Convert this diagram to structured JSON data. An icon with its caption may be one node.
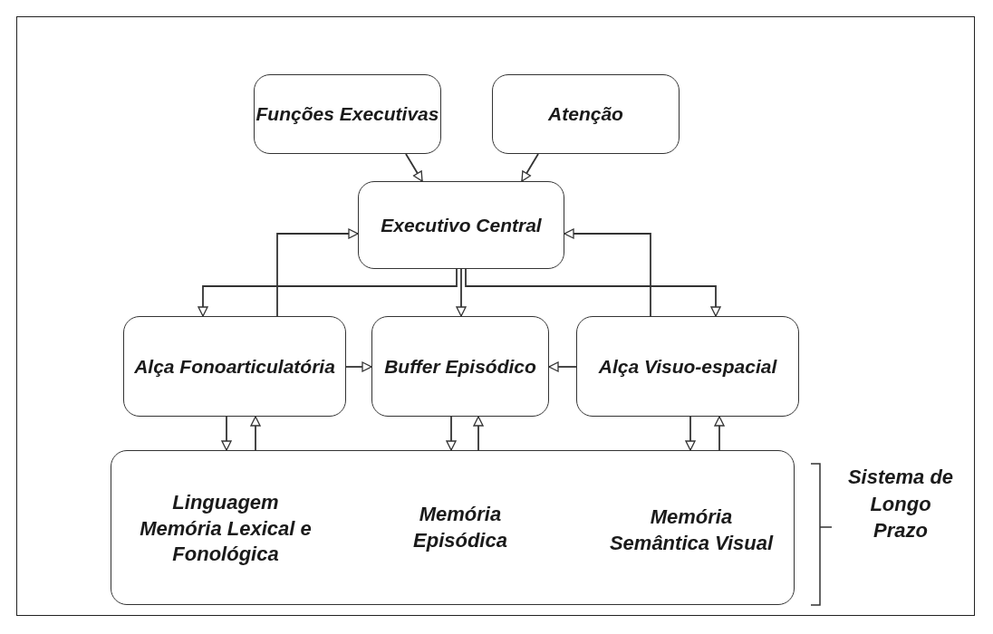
{
  "diagram": {
    "nodes": [
      {
        "text": [
          "Funções Executivas"
        ]
      },
      {
        "text": [
          "Atenção"
        ]
      },
      {
        "text": [
          "Executivo Central"
        ]
      },
      {
        "text": [
          "Alça Fonoarticulatória"
        ]
      },
      {
        "text": [
          "Buffer Episódico"
        ]
      },
      {
        "text": [
          "Alça Visuo-espacial"
        ]
      },
      {
        "text": [],
        "shape": "box",
        "beside": [
          "Sistema de Longo Prazo"
        ]
      },
      {
        "text": [
          "Linguagem Memória Lexical e Fonológica"
        ],
        "in": 6
      },
      {
        "text": [
          "Memória Episódica"
        ],
        "in": 6
      },
      {
        "text": [
          "Memória Semântica Visual"
        ],
        "in": 6
      }
    ],
    "edges": [
      {
        "from": 0,
        "to": 2,
        "arrow": "to"
      },
      {
        "from": 1,
        "to": 2,
        "arrow": "to"
      },
      {
        "from": 2,
        "to": 3,
        "arrow": "to"
      },
      {
        "from": 2,
        "to": 4,
        "arrow": "to"
      },
      {
        "from": 2,
        "to": 5,
        "arrow": "to"
      },
      {
        "from": 3,
        "to": 2,
        "arrow": "to"
      },
      {
        "from": 5,
        "to": 2,
        "arrow": "to"
      },
      {
        "from": 3,
        "to": 4,
        "arrow": "to"
      },
      {
        "from": 5,
        "to": 4,
        "arrow": "to"
      },
      {
        "from": 3,
        "to": 6,
        "arrow": "to"
      },
      {
        "from": 6,
        "to": 3,
        "arrow": "to"
      },
      {
        "from": 4,
        "to": 6,
        "arrow": "to"
      },
      {
        "from": 6,
        "to": 4,
        "arrow": "to"
      },
      {
        "from": 5,
        "to": 6,
        "arrow": "to"
      },
      {
        "from": 6,
        "to": 5,
        "arrow": "to"
      }
    ]
  }
}
